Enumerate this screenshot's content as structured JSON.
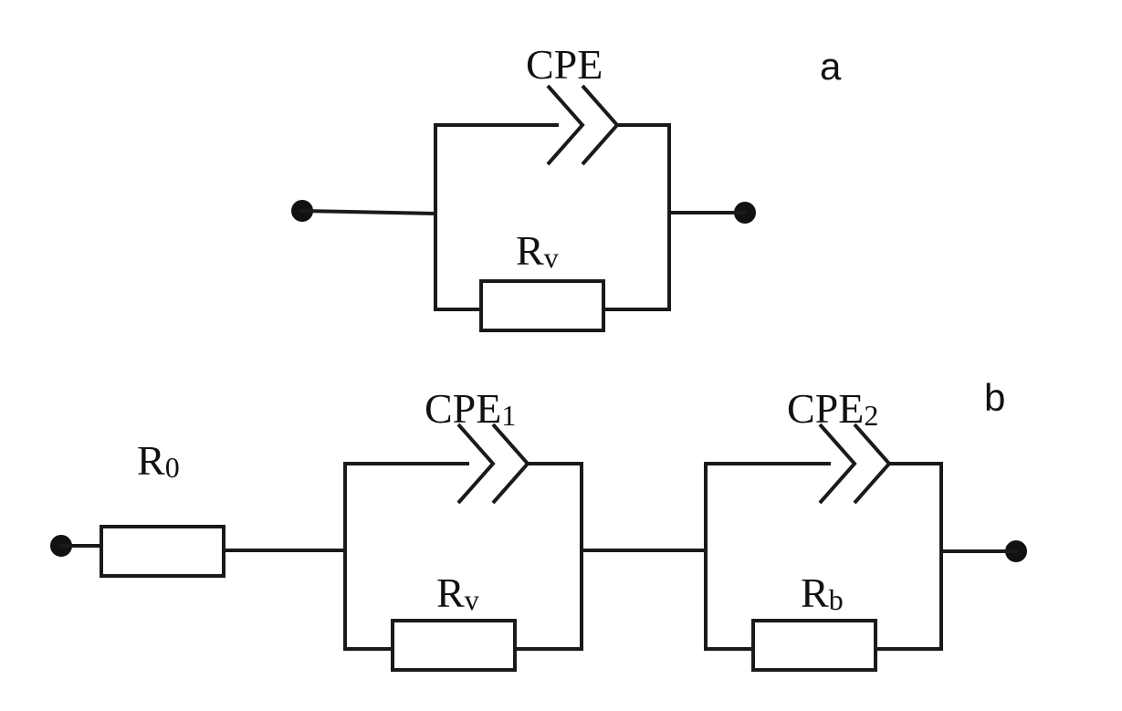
{
  "circuit_a": {
    "tag": "a",
    "cpe_label": "CPE",
    "resistor_label": {
      "main": "R",
      "sub": "v"
    }
  },
  "circuit_b": {
    "tag": "b",
    "r0_label": {
      "main": "R",
      "sub": "0"
    },
    "cpe1_label": {
      "main": "CPE",
      "sub": "1"
    },
    "rv_label": {
      "main": "R",
      "sub": "v"
    },
    "cpe2_label": {
      "main": "CPE",
      "sub": "2"
    },
    "rb_label": {
      "main": "R",
      "sub": "b"
    }
  }
}
